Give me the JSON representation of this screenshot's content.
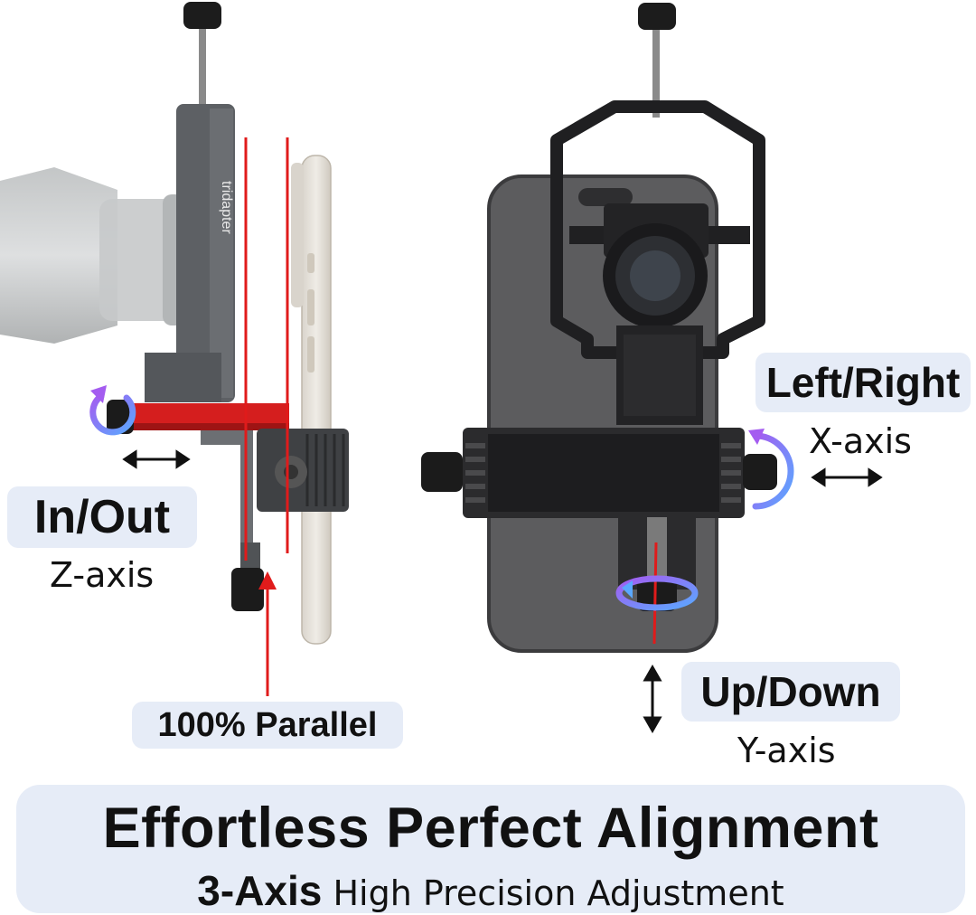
{
  "brand": "tridapter",
  "labels": {
    "in_out": {
      "title": "In/Out",
      "axis": "Z-axis"
    },
    "left_right": {
      "title": "Left/Right",
      "axis": "X-axis"
    },
    "up_down": {
      "title": "Up/Down",
      "axis": "Y-axis"
    },
    "parallel": "100% Parallel"
  },
  "banner": {
    "title": "Effortless Perfect Alignment",
    "sub_bold": "3-Axis",
    "sub_rest": "High Precision Adjustment"
  },
  "colors": {
    "accent_red": "#e01b1b",
    "pill_bg": "#e6ecf7",
    "rotate_blue": "#5aa8ff",
    "rotate_purple": "#a45cf0"
  }
}
